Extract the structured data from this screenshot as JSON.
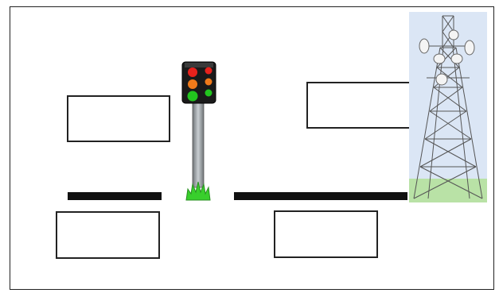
{
  "diagram": {
    "title": "",
    "label_boxes": [
      {
        "id": "box-upper-left",
        "text": ""
      },
      {
        "id": "box-upper-right",
        "text": ""
      },
      {
        "id": "box-lower-left",
        "text": ""
      },
      {
        "id": "box-lower-middle",
        "text": ""
      }
    ],
    "objects": [
      {
        "name": "traffic-light",
        "icon": "traffic-light-icon"
      },
      {
        "name": "communication-tower",
        "icon": "transmission-tower-icon"
      }
    ],
    "colors": {
      "light_red": "#e8221c",
      "light_amber": "#f07a1a",
      "light_green": "#22c41e",
      "tower_sky": "#dbe6f5",
      "tower_ground": "#b9e2a6",
      "road": "#111111"
    }
  }
}
